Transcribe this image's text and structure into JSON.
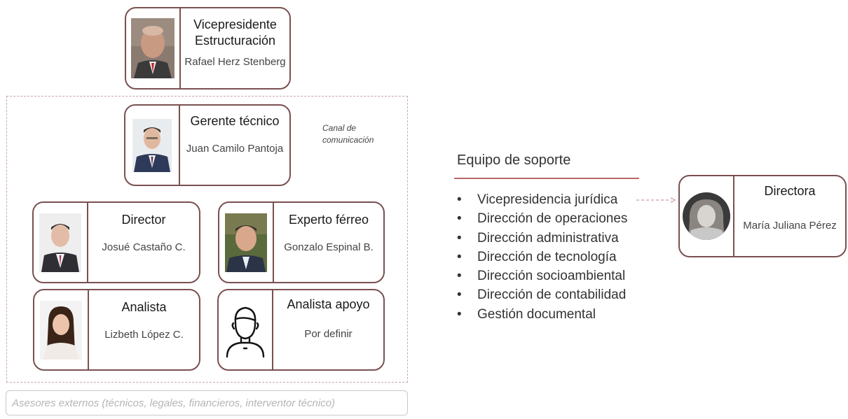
{
  "vp": {
    "role_line1": "Vicepresidente",
    "role_line2": "Estructuración",
    "name": "Rafael Herz Stenberg"
  },
  "gerente": {
    "role": "Gerente técnico",
    "name": "Juan Camilo Pantoja"
  },
  "canal": {
    "line1": "Canal de",
    "line2": "comunicación"
  },
  "director": {
    "role": "Director",
    "name": "Josué Castaño C."
  },
  "experto": {
    "role": "Experto férreo",
    "name": "Gonzalo Espinal B."
  },
  "analista": {
    "role": "Analista",
    "name": "Lizbeth López C."
  },
  "analista_apoyo": {
    "role": "Analista apoyo",
    "name": "Por definir",
    "icon": "person-outline-icon"
  },
  "asesores": {
    "label": "Asesores externos (técnicos, legales, financieros, interventor técnico)"
  },
  "soporte": {
    "title": "Equipo de soporte",
    "items": [
      "Vicepresidencia jurídica",
      "Dirección de operaciones",
      "Dirección administrativa",
      "Dirección de tecnología",
      "Dirección socioambiental",
      "Dirección de contabilidad",
      "Gestión documental"
    ]
  },
  "directora": {
    "role": "Directora",
    "name": "María Juliana Pérez"
  },
  "colors": {
    "border": "#7a5050",
    "accent_line": "#b86a6a",
    "dashed": "#c8a8a8"
  }
}
